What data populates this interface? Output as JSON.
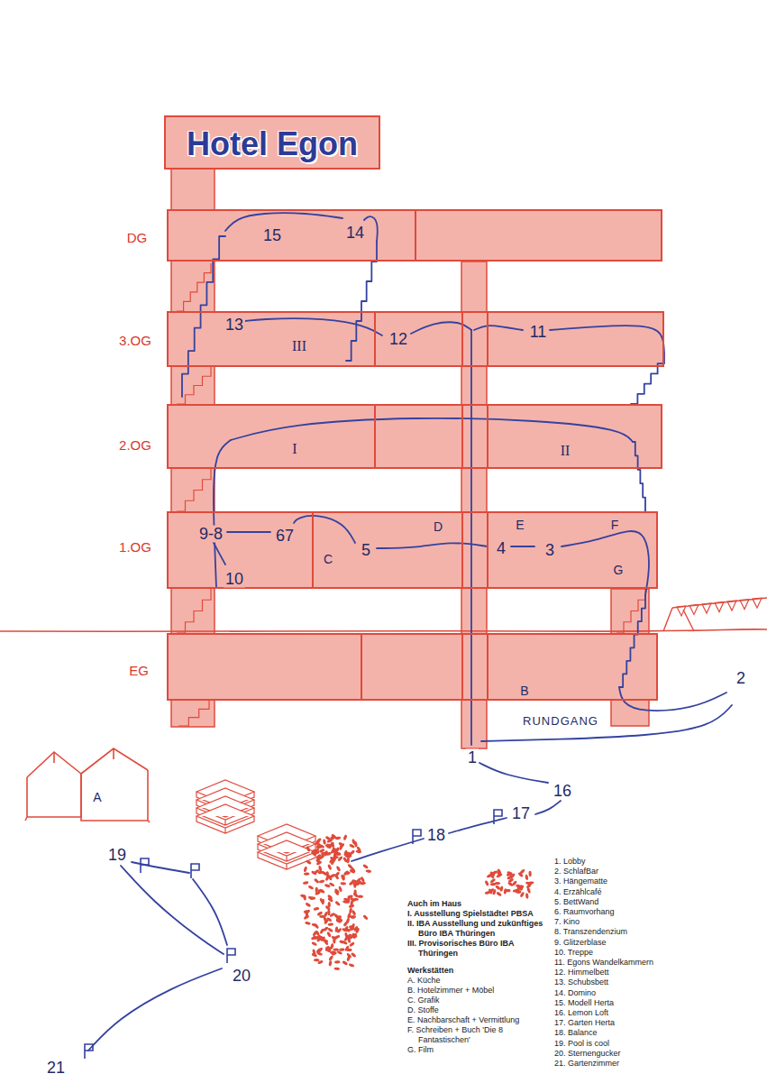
{
  "diagram": {
    "nodes": [
      {
        "text": [
          "Hotel Egon"
        ]
      },
      {
        "text": [
          "DG",
          "15",
          "14"
        ]
      },
      {
        "text": [
          "3.OG",
          "13",
          "III",
          "12",
          "11"
        ]
      },
      {
        "text": [
          "2.OG",
          "I",
          "II"
        ]
      },
      {
        "text": [
          "1.OG",
          "9-8",
          "67",
          "C",
          "5",
          "D",
          "E",
          "4",
          "3",
          "F",
          "G",
          "10"
        ]
      },
      {
        "text": [
          "EG",
          "B"
        ]
      },
      {
        "text": [
          "A"
        ]
      }
    ],
    "labels": [
      "2",
      "RUNDGANG",
      "1",
      "16",
      "17",
      "18",
      "19",
      "20",
      "21",
      "Auch im Haus",
      "I. Ausstellung Spielstädte! PBSA",
      "II. IBA Ausstellung und zukünftiges Büro IBA Thüringen",
      "III. Provisorisches Büro IBA Thüringen",
      "Werkstätten",
      "A. Küche",
      "B. Hotelzimmer + Möbel",
      "C. Grafik",
      "D. Stoffe",
      "E. Nachbarschaft + Vermittlung",
      "F. Schreiben + Buch 'Die 8 Fantastischen'",
      "G. Film",
      "1. Lobby",
      "2. SchlafBar",
      "3. Hängematte",
      "4. Erzählcafé",
      "5. BettWand",
      "6. Raumvorhang",
      "7. Kino",
      "8. Transzendenzium",
      "9. Glitzerblase",
      "10. Treppe",
      "11. Egons Wandelkammern",
      "12. Himmelbett",
      "13. Schubsbett",
      "14. Domino",
      "15. Modell Herta",
      "16. Lemon Loft",
      "17. Garten Herta",
      "18. Balance",
      "19. Pool is cool",
      "20. Sternengucker",
      "21. Gartenzimmer"
    ]
  }
}
